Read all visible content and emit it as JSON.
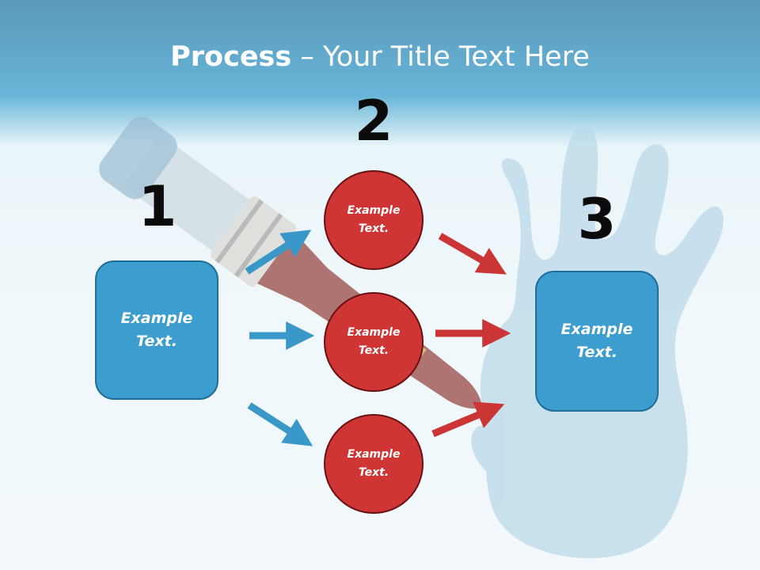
{
  "title": {
    "bold": "Process",
    "rest": " – Your Title Text Here"
  },
  "steps": {
    "one": "1",
    "two": "2",
    "three": "3"
  },
  "left_box": {
    "line1": "Example",
    "line2": "Text."
  },
  "right_box": {
    "line1": "Example",
    "line2": "Text."
  },
  "circles": [
    {
      "line1": "Example",
      "line2": "Text."
    },
    {
      "line1": "Example",
      "line2": "Text."
    },
    {
      "line1": "Example",
      "line2": "Text."
    }
  ],
  "colors": {
    "blue": "#3d9dce",
    "red": "#cf3535",
    "header": "#2a7aa6",
    "arrow_blue": "#3a98c8",
    "arrow_red": "#cc3535"
  },
  "decor": {
    "images": [
      "paintbrush",
      "handprint"
    ]
  }
}
